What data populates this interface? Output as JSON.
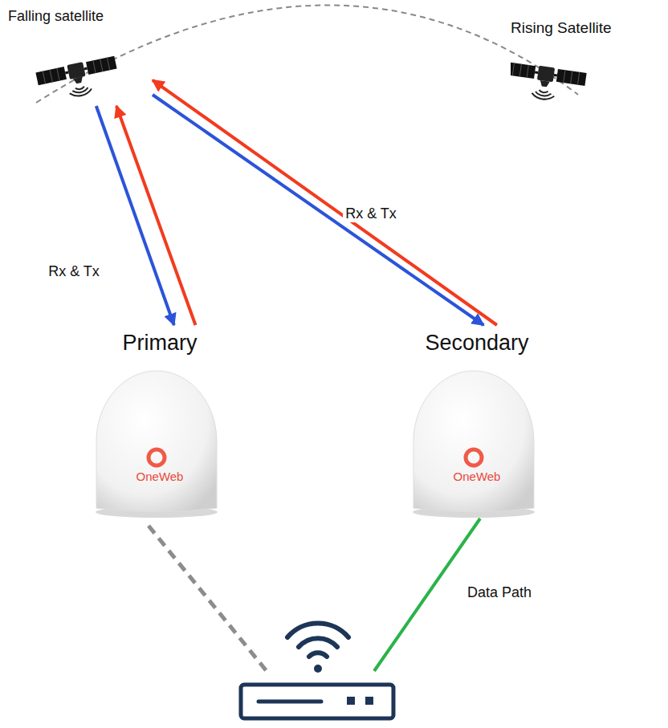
{
  "diagram": {
    "nodes": [
      {
        "text": [
          "Falling satellite"
        ]
      },
      {
        "text": [
          "Rising Satellite"
        ]
      },
      {
        "text": [
          "Primary",
          "OneWeb"
        ]
      },
      {
        "text": [
          "Secondary",
          "OneWeb"
        ]
      }
    ],
    "edges": [
      {
        "from": 0,
        "to": 2,
        "arrow": "to",
        "label": "Rx & Tx"
      },
      {
        "from": 2,
        "to": 0,
        "arrow": "to"
      },
      {
        "from": 0,
        "to": 3,
        "arrow": "to"
      },
      {
        "from": 3,
        "to": 0,
        "arrow": "to",
        "label": "Rx & Tx"
      }
    ],
    "labels": [
      "Data Path"
    ]
  }
}
